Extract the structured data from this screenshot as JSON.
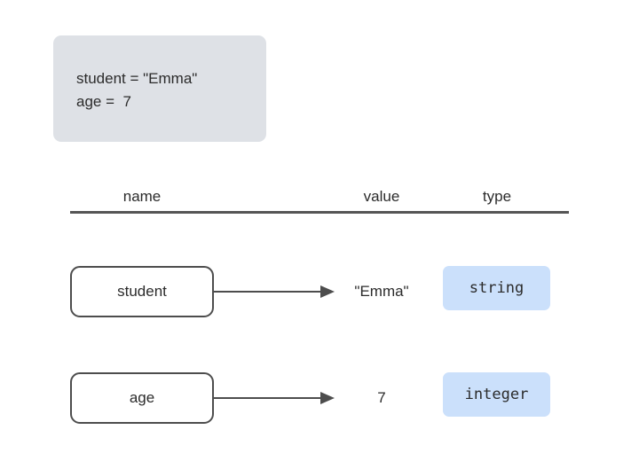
{
  "code_block": {
    "background": "#dee1e6",
    "lines": [
      "student = \"Emma\"",
      "age =  7"
    ]
  },
  "table": {
    "headers": {
      "name": "name",
      "value": "value",
      "type": "type"
    },
    "rule_color": "#555555",
    "rows": [
      {
        "name": "student",
        "value": "\"Emma\"",
        "type": "string",
        "badge_color": "#cbe0fb",
        "arrow": "arrow-right"
      },
      {
        "name": "age",
        "value": "7",
        "type": "integer",
        "badge_color": "#cbe0fb",
        "arrow": "arrow-right"
      }
    ]
  },
  "colors": {
    "box_border": "#4d4d4d",
    "text": "#2b2b2b",
    "canvas": "#ffffff"
  }
}
